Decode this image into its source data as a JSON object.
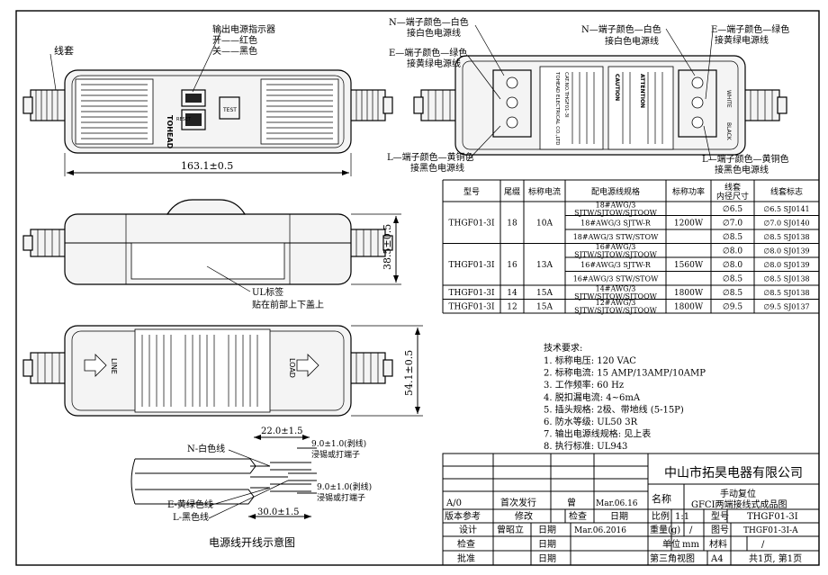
{
  "top_left_view": {
    "cord_label": "线套",
    "indicator_title": "输出电源指示器",
    "indicator_on": "开——红色",
    "indicator_off": "关——黑色",
    "brand": "TOHEAD",
    "reset_label": "RESET",
    "test_label": "TEST",
    "dim_length": "163.1±0.5"
  },
  "top_right_view": {
    "n_left_title": "N—端子颜色—白色",
    "n_left_sub": "接白色电源线",
    "e_left_title": "E—端子颜色—绿色",
    "e_left_sub": "接黄绿电源线",
    "l_left_title": "L—端子颜色—黄铜色",
    "l_left_sub": "接黑色电源线",
    "n_right_title": "N—端子颜色—白色",
    "n_right_sub": "接白色电源线",
    "e_right_title": "E—端子颜色—绿色",
    "e_right_sub": "接黄绿电源线",
    "l_right_title": "L—端子颜色—黄铜色",
    "l_right_sub": "接黑色电源线",
    "company_on_label": "TOHEAD ELECTRICAL CO.,LTD",
    "model_on_label": "CAT.NO.THGF01-3I",
    "white": "WHITE",
    "black": "BLACK",
    "caution": "CAUTION",
    "attention": "ATTENTION"
  },
  "side_view": {
    "height_dim": "38.5±0.5",
    "ul_label": "UL标签",
    "ul_note": "贴在前部上下盖上"
  },
  "bottom_view": {
    "line_text": "LINE",
    "load_text": "LOAD",
    "width_dim": "54.1±0.5"
  },
  "wire_diagram": {
    "n_wire": "N-白色线",
    "e_wire": "E-黄绿色线",
    "l_wire": "L-黑色线",
    "dim_22": "22.0±1.5",
    "dim_9a": "9.0±1.0(剥线)",
    "note_a": "浸锡或打端子",
    "dim_9b": "9.0±1.0(剥线)",
    "note_b": "浸锡或打端子",
    "dim_30": "30.0±1.5",
    "caption": "电源线开线示意图"
  },
  "spec_table": {
    "headers": [
      "型号",
      "尾缀",
      "标称电流",
      "配电源线规格",
      "标称功率",
      "线套\n内径尺寸",
      "线套标志"
    ],
    "groups": [
      {
        "model": "THGF01-3I",
        "suffix": "18",
        "current": "10A",
        "power": "1200W",
        "rows": [
          {
            "cord": "18#AWG/3\nSJTW/SJTOW/SJTOOW",
            "dia": "∅6.5",
            "mark": "∅6.5  SJ0141"
          },
          {
            "cord": "18#AWG/3 SJTW-R",
            "dia": "∅7.0",
            "mark": "∅7.0  SJ0140"
          },
          {
            "cord": "18#AWG/3 STW/STOW",
            "dia": "∅8.5",
            "mark": "∅8.5  SJ0138"
          }
        ]
      },
      {
        "model": "THGF01-3I",
        "suffix": "16",
        "current": "13A",
        "power": "1560W",
        "rows": [
          {
            "cord": "16#AWG/3\nSJTW/SJTOW/SJTOOW",
            "dia": "∅8.0",
            "mark": "∅8.0  SJ0139"
          },
          {
            "cord": "16#AWG/3 SJTW-R",
            "dia": "∅8.0",
            "mark": "∅8.0  SJ0139"
          },
          {
            "cord": "16#AWG/3 STW/STOW",
            "dia": "∅8.5",
            "mark": "∅8.5  SJ0138"
          }
        ]
      },
      {
        "model": "THGF01-3I",
        "suffix": "14",
        "current": "15A",
        "power": "1800W",
        "rows": [
          {
            "cord": "14#AWG/3\nSJTW/SJTOW/SJTOOW",
            "dia": "∅8.5",
            "mark": "∅8.5  SJ0138"
          }
        ]
      },
      {
        "model": "THGF01-3I",
        "suffix": "12",
        "current": "15A",
        "power": "1800W",
        "rows": [
          {
            "cord": "12#AWG/3\nSJTW/SJTOW/SJTOOW",
            "dia": "∅9.5",
            "mark": "∅9.5  SJ0137"
          }
        ]
      }
    ]
  },
  "requirements": {
    "title": "技术要求:",
    "items": [
      "1. 标称电压: 120 VAC",
      "2. 标称电流: 15 AMP/13AMP/10AMP",
      "3. 工作频率: 60 Hz",
      "4. 脱扣漏电流: 4~6mA",
      "5. 插头规格: 2极、带地线 (5-15P)",
      "6. 防水等级: UL50 3R",
      "7. 输出电源线规格: 见上表",
      "8. 执行标准: UL943"
    ]
  },
  "title_block": {
    "company": "中山市拓昊电器有限公司",
    "name_label": "名称",
    "product_line1": "手动复位",
    "product_line2": "GFCI两端接线式成品图",
    "rev": "A/0",
    "rev_desc": "首次发行",
    "rev_by": "曾",
    "rev_date": "Mar.06.16",
    "ver_ref": "版本参考",
    "modify": "修改",
    "check": "检查",
    "date": "日期",
    "scale_label": "比例",
    "scale": "1:1",
    "model_label": "型号",
    "model": "THGF01-3I",
    "design": "设计",
    "designer": "曾昭立",
    "design_date_label": "日期",
    "design_date": "Mar.06.2016",
    "weight_label": "重量(g)",
    "weight": "/",
    "drawing_no_label": "图号",
    "drawing_no": "THGF01-3I-A",
    "inspect": "检查",
    "inspect_date": "日期",
    "unit_label": "单位",
    "unit": "mm",
    "material_label": "材料",
    "material": "/",
    "approve": "批准",
    "approve_date": "日期",
    "projection": "第三角视图",
    "paper": "A4",
    "pages": "共1页, 第1页"
  }
}
